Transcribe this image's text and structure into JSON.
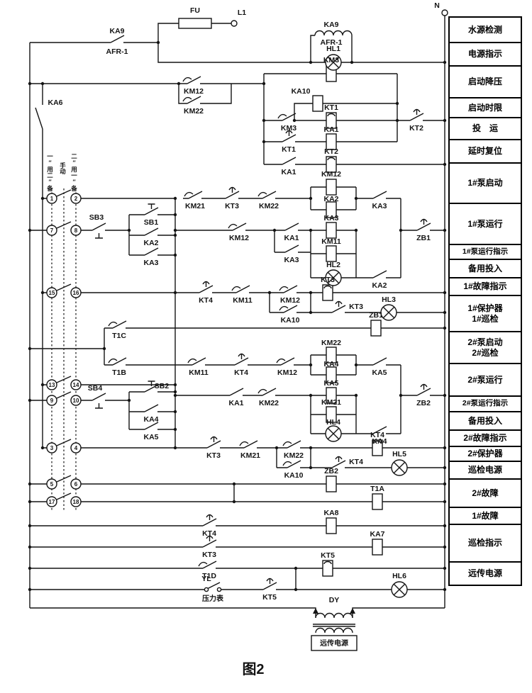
{
  "figure": {
    "caption": "图2"
  },
  "terminals": {
    "fu": "FU",
    "l1": "L1",
    "n": "N"
  },
  "headers": {
    "col1": "一″用二″备",
    "col2": "手动",
    "col3": "二″用一″备"
  },
  "circles": {
    "c1": "1",
    "c2": "2",
    "c3": "3",
    "c4": "4",
    "c5": "5",
    "c6": "6",
    "c7": "7",
    "c8": "8",
    "c9": "9",
    "c10": "10",
    "c13": "13",
    "c14": "14",
    "c15": "15",
    "c16": "16",
    "c17": "17",
    "c18": "18"
  },
  "d": {
    "ka9": "KA9",
    "afr1": "AFR-1",
    "hl1": "HL1",
    "km3": "KM3",
    "ka10": "KA10",
    "kt1": "KT1",
    "ka1": "KA1",
    "kt2": "KT2",
    "km12": "KM12",
    "km22": "KM22",
    "ka6": "KA6",
    "km21": "KM21",
    "kt3": "KT3",
    "ka2": "KA2",
    "ka3": "KA3",
    "km11": "KM11",
    "hl2": "HL2",
    "zb1": "ZB1",
    "kt4": "KT4",
    "hl3": "HL3",
    "sb1": "SB1",
    "sb2": "SB2",
    "sb3": "SB3",
    "sb4": "SB4",
    "t1a": "T1A",
    "t1b": "T1B",
    "t1c": "T1C",
    "t1d": "T1D",
    "ka4": "KA4",
    "ka5": "KA5",
    "hl4": "HL4",
    "zb2": "ZB2",
    "hl5": "HL5",
    "ka7": "KA7",
    "ka8": "KA8",
    "kt5": "KT5",
    "hl6": "HL6",
    "yl": "YL",
    "pressure": "压力表",
    "dy": "DY",
    "remote": "远传电源"
  },
  "right_labels": [
    "水源检测",
    "电源指示",
    "启动降压",
    "启动时限",
    "投　运",
    "延时复位",
    "1#泵启动",
    "1#泵运行",
    "1#泵运行指示",
    "备用投入",
    "1#故障指示",
    "1#保护器\n1#巡检",
    "2#泵启动\n2#巡检",
    "2#泵运行",
    "2#泵运行指示",
    "备用投入",
    "2#故障指示",
    "2#保护器",
    "巡检电源",
    "2#故障",
    "1#故障",
    "巡检指示",
    "远传电源"
  ]
}
